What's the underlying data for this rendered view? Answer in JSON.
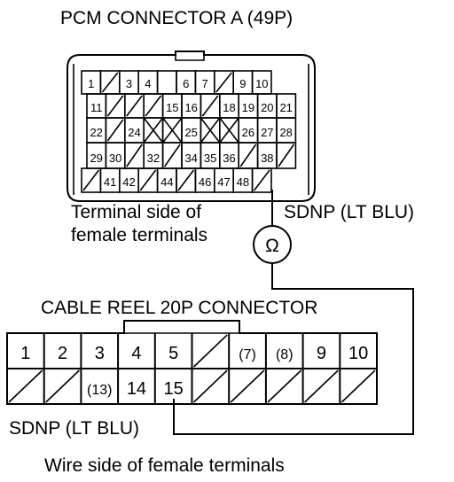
{
  "pcm": {
    "title": "PCM CONNECTOR A (49P)",
    "side_label_line1": "Terminal side of",
    "side_label_line2": "female terminals",
    "rows": [
      [
        "1",
        "/",
        "3",
        "4",
        "",
        "6",
        "7",
        "/",
        "9",
        "10"
      ],
      [
        "11",
        "/",
        "/",
        "/",
        "15",
        "16",
        "/",
        "18",
        "19",
        "20",
        "21"
      ],
      [
        "22",
        "/",
        "24",
        "X",
        "X",
        "25",
        "X",
        "X",
        "26",
        "27",
        "28"
      ],
      [
        "29",
        "30",
        "/",
        "32",
        "/",
        "34",
        "35",
        "36",
        "/",
        "38",
        "/"
      ],
      [
        "/",
        "41",
        "42",
        "/",
        "44",
        "/",
        "46",
        "47",
        "48",
        "/"
      ]
    ]
  },
  "wire": {
    "label": "SDNP (LT BLU)",
    "meter_symbol": "Ω",
    "bottom_label": "SDNP (LT BLU)"
  },
  "cable_reel": {
    "title": "CABLE REEL 20P CONNECTOR",
    "top_row": [
      "1",
      "2",
      "3",
      "4",
      "5",
      "/",
      "(7)",
      "(8)",
      "9",
      "10"
    ],
    "bottom_row": [
      "/",
      "/",
      "(13)",
      "14",
      "15",
      "/",
      "/",
      "/",
      "/",
      "/"
    ],
    "side_label": "Wire side of female terminals"
  }
}
